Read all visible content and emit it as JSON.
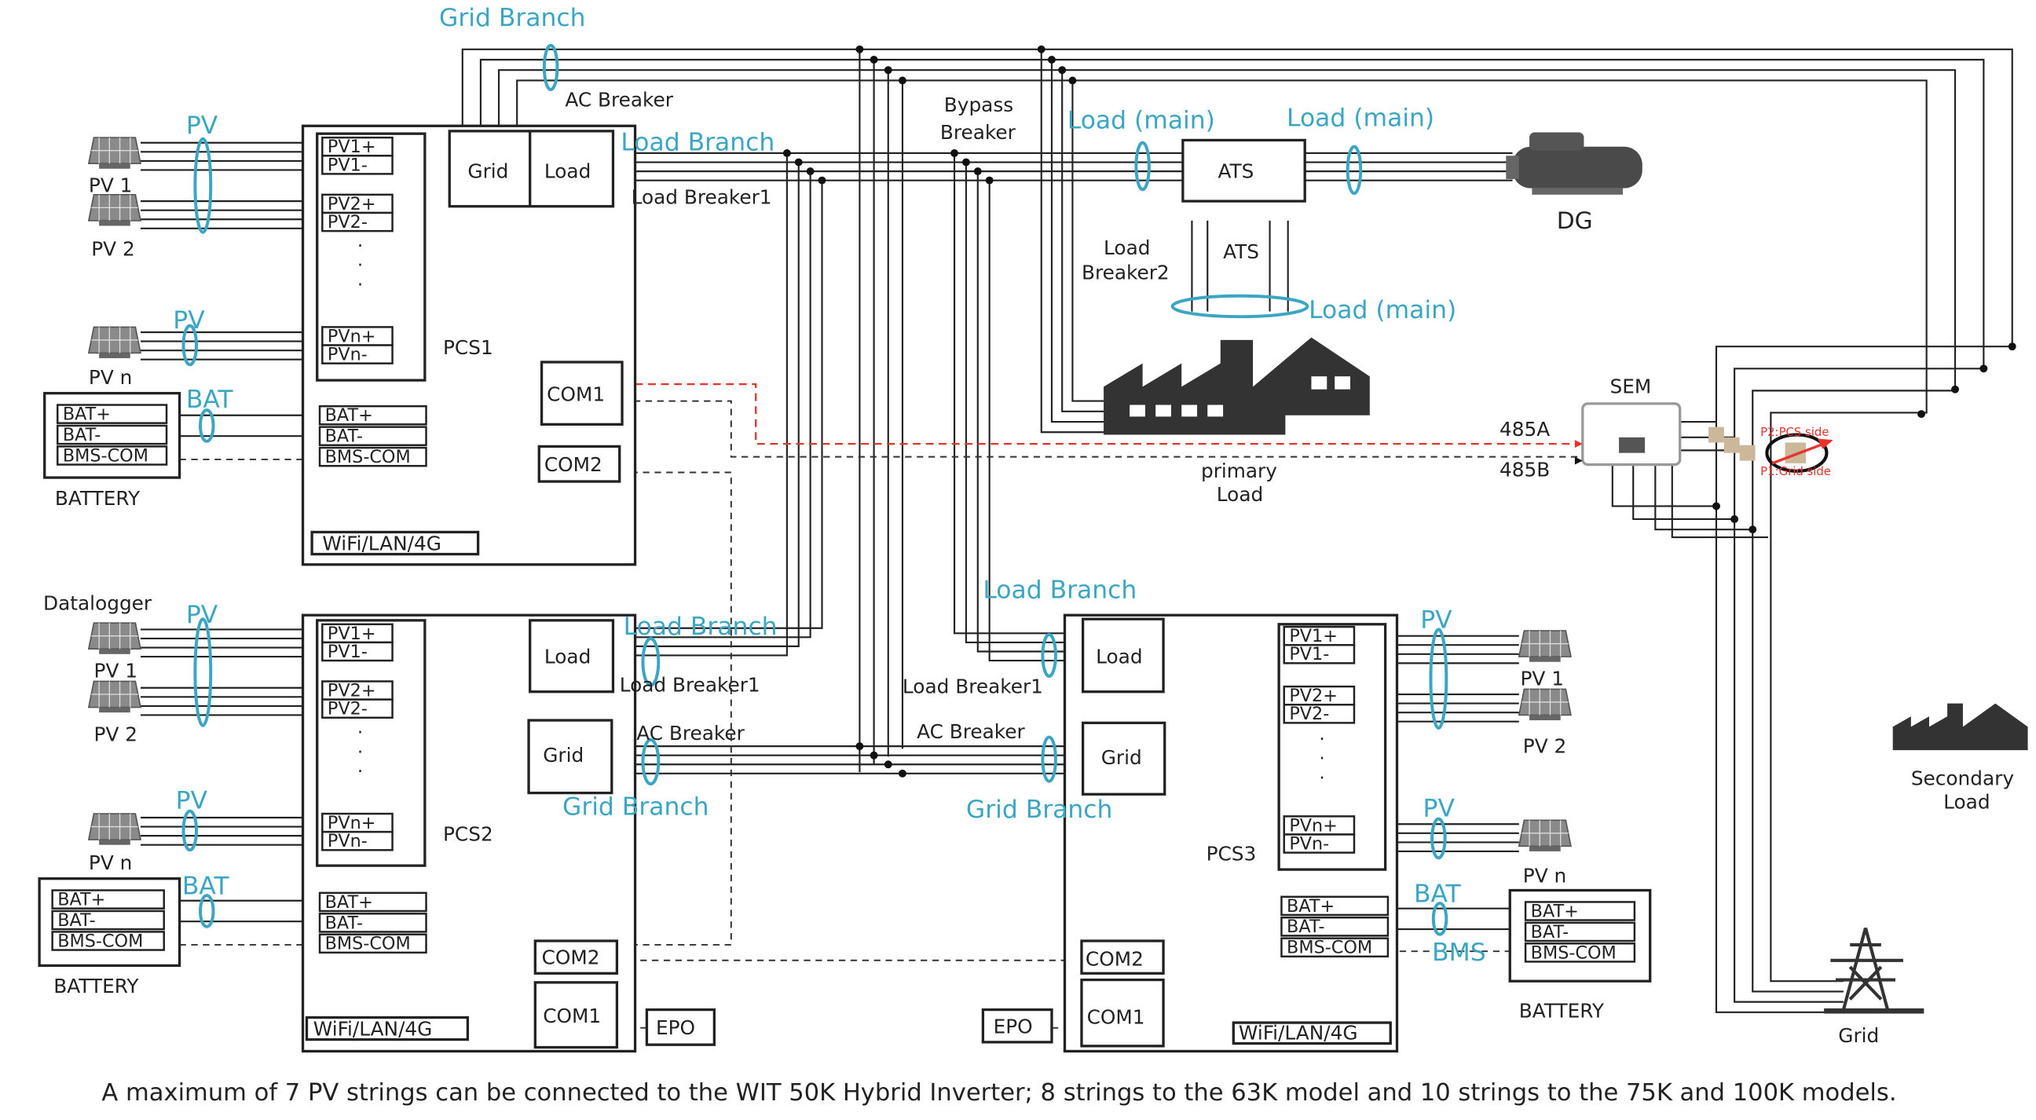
{
  "colors": {
    "accent": "#3aa6c4",
    "rs485a": "#e8322c",
    "line": "#222222"
  },
  "top": {
    "grid_branch": "Grid Branch",
    "ac_breaker": "AC Breaker",
    "load_branch": "Load Branch",
    "load_breaker1": "Load Breaker1",
    "bypass_breaker_1": "Bypass",
    "bypass_breaker_2": "Breaker",
    "load_main_1": "Load (main)",
    "load_main_2": "Load (main)",
    "load_main_3": "Load (main)",
    "ats_box": "ATS",
    "ats_label": "ATS",
    "dg": "DG",
    "load_breaker2_1": "Load",
    "load_breaker2_2": "Breaker2",
    "rs485a": "485A",
    "rs485b": "485B",
    "primary_load_1": "primary",
    "primary_load_2": "Load",
    "sem": "SEM",
    "p2": "P2:PCS side",
    "p1": "P1:Grid side",
    "secondary_load_1": "Secondary",
    "secondary_load_2": "Load",
    "grid": "Grid"
  },
  "pcs1": {
    "name": "PCS1",
    "pv": "PV",
    "pv_b": "PV",
    "pv1": "PV 1",
    "pv2": "PV 2",
    "pvn": "PV n",
    "bat": "BAT",
    "battery": "BATTERY",
    "ports": [
      "PV1+",
      "PV1-",
      "PV2+",
      "PV2-",
      "PVn+",
      "PVn-"
    ],
    "bat_ports": [
      "BAT+",
      "BAT-",
      "BMS-COM"
    ],
    "grid": "Grid",
    "load": "Load",
    "com1": "COM1",
    "com2": "COM2",
    "wifi": "WiFi/LAN/4G"
  },
  "pcs2": {
    "name": "PCS2",
    "datalogger": "Datalogger",
    "pv": "PV",
    "pv_b": "PV",
    "pv1": "PV 1",
    "pv2": "PV 2",
    "pvn": "PV n",
    "bat": "BAT",
    "battery": "BATTERY",
    "ports": [
      "PV1+",
      "PV1-",
      "PV2+",
      "PV2-",
      "PVn+",
      "PVn-"
    ],
    "bat_ports": [
      "BAT+",
      "BAT-",
      "BMS-COM"
    ],
    "grid": "Grid",
    "load": "Load",
    "com1": "COM1",
    "com2": "COM2",
    "epo": "EPO",
    "wifi": "WiFi/LAN/4G",
    "load_branch": "Load Branch",
    "load_breaker1": "Load Breaker1",
    "ac_breaker": "AC Breaker",
    "grid_branch": "Grid Branch"
  },
  "pcs3": {
    "name": "PCS3",
    "pv": "PV",
    "pv_b": "PV",
    "pv1": "PV 1",
    "pv2": "PV 2",
    "pvn": "PV n",
    "bat": "BAT",
    "bms": "BMS",
    "battery": "BATTERY",
    "ports": [
      "PV1+",
      "PV1-",
      "PV2+",
      "PV2-",
      "PVn+",
      "PVn-"
    ],
    "bat_ports": [
      "BAT+",
      "BAT-",
      "BMS-COM"
    ],
    "grid": "Grid",
    "load": "Load",
    "com1": "COM1",
    "com2": "COM2",
    "epo": "EPO",
    "wifi": "WiFi/LAN/4G",
    "load_branch": "Load Branch",
    "load_breaker1": "Load Breaker1",
    "ac_breaker": "AC Breaker",
    "grid_branch": "Grid Branch"
  },
  "footnote": "A maximum of 7 PV strings can be connected to the WIT 50K Hybrid Inverter; 8 strings to the 63K model and 10 strings to the 75K and 100K models."
}
